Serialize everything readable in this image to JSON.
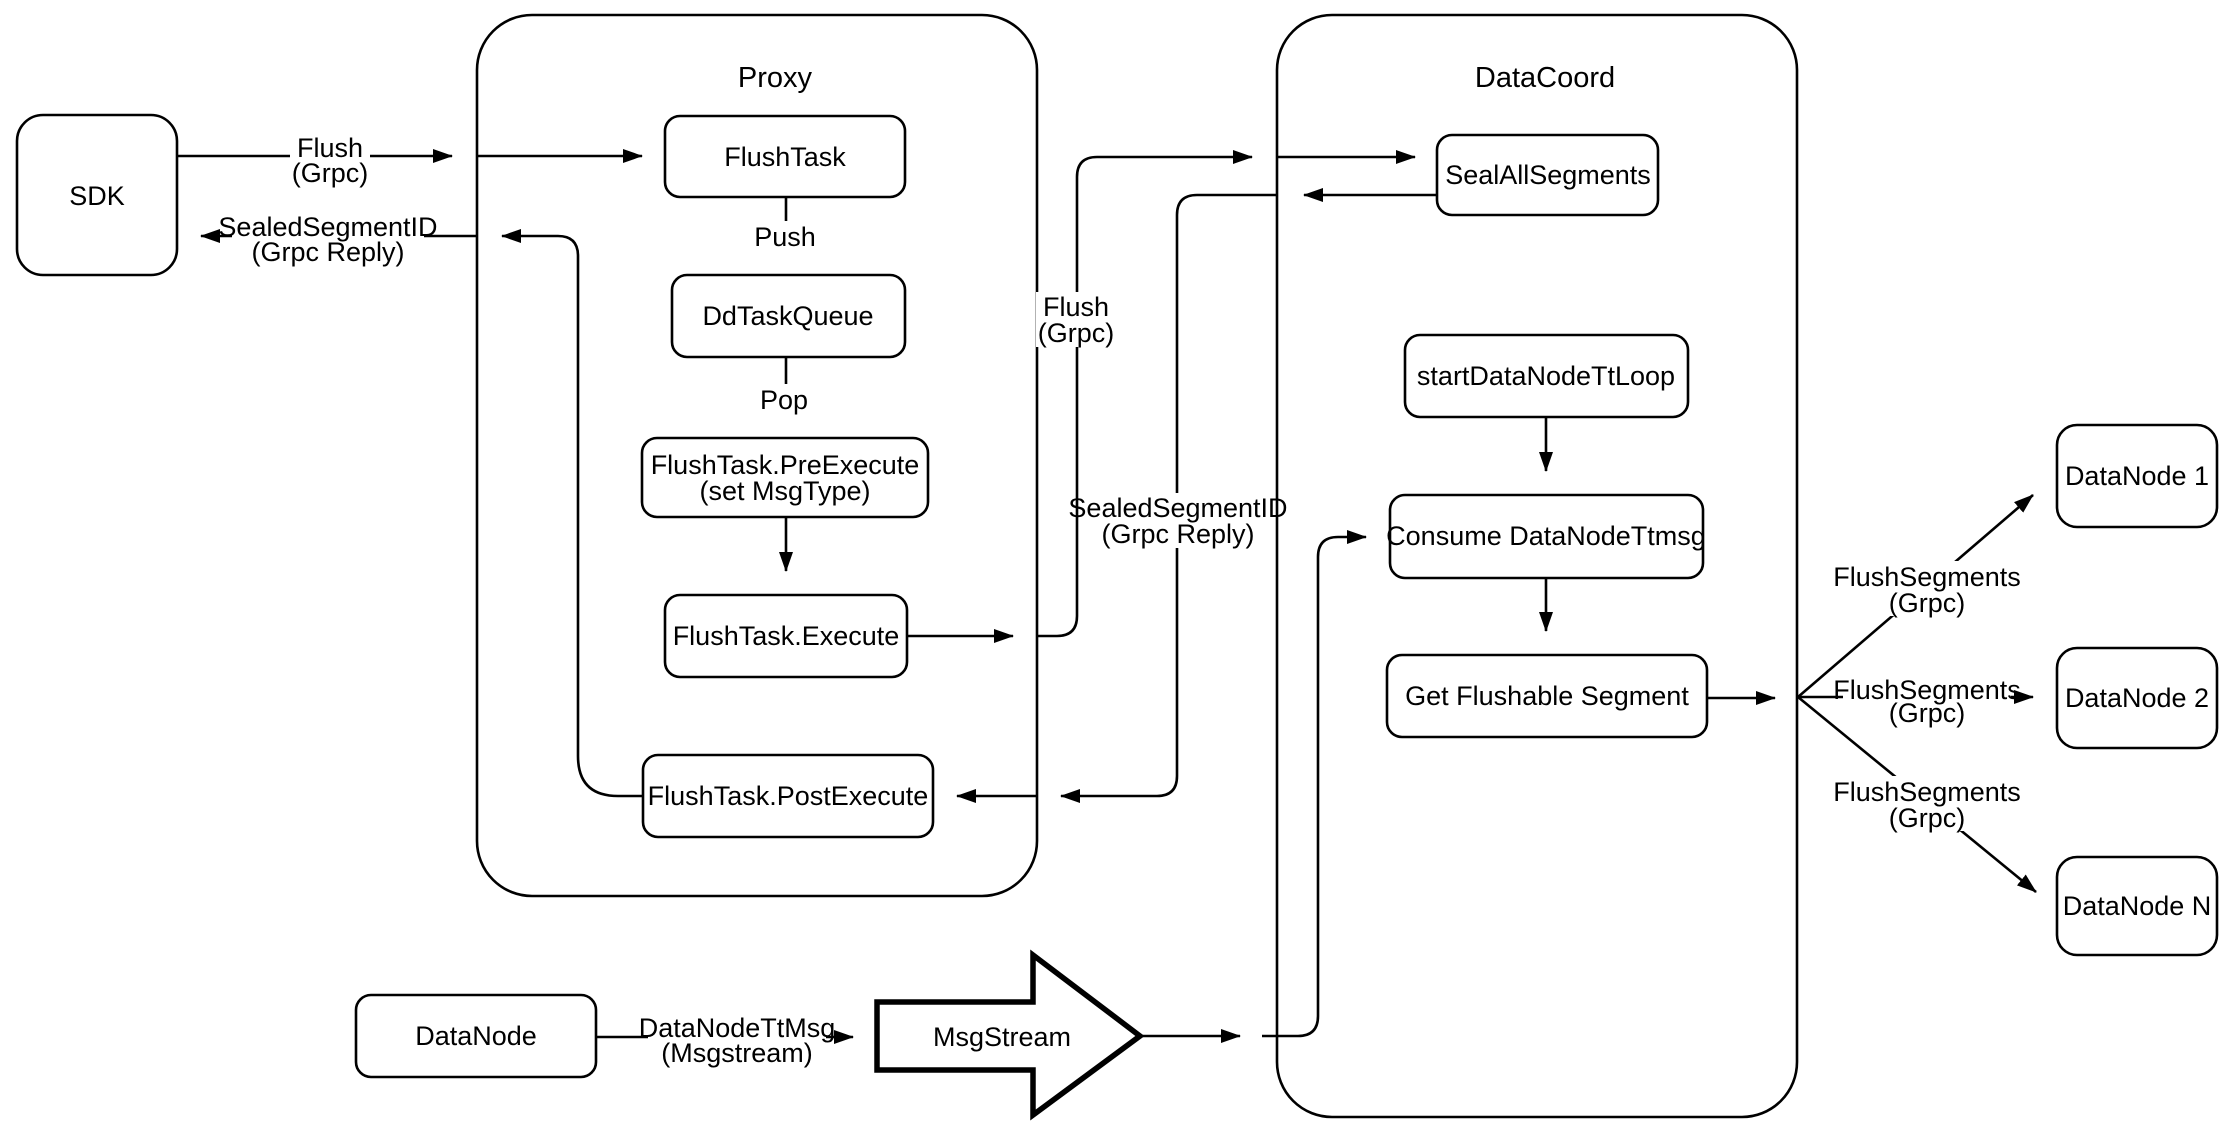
{
  "containers": {
    "proxy": "Proxy",
    "datacoord": "DataCoord"
  },
  "nodes": {
    "sdk": "SDK",
    "flush_task": "FlushTask",
    "dd_task_queue": "DdTaskQueue",
    "pre_execute_line1": "FlushTask.PreExecute",
    "pre_execute_line2": "(set MsgType)",
    "execute": "FlushTask.Execute",
    "post_execute": "FlushTask.PostExecute",
    "seal_all_segments": "SealAllSegments",
    "start_loop": "startDataNodeTtLoop",
    "consume": "Consume DataNodeTtmsg",
    "get_flushable": "Get Flushable Segment",
    "datanode1": "DataNode 1",
    "datanode2": "DataNode 2",
    "datanoden": "DataNode N",
    "datanode": "DataNode",
    "msgstream": "MsgStream"
  },
  "edges": {
    "flush_sdk": {
      "line1": "Flush",
      "line2": "(Grpc)"
    },
    "sealed_sdk": {
      "line1": "SealedSegmentID",
      "line2": "(Grpc Reply)"
    },
    "push": "Push",
    "pop": "Pop",
    "flush_mid": {
      "line1": "Flush",
      "line2": "(Grpc)"
    },
    "sealed_mid": {
      "line1": "SealedSegmentID",
      "line2": "(Grpc Reply)"
    },
    "fs1": {
      "line1": "FlushSegments",
      "line2": "(Grpc)"
    },
    "fs2": {
      "line1": "FlushSegments",
      "line2": "(Grpc)"
    },
    "fs3": {
      "line1": "FlushSegments",
      "line2": "(Grpc)"
    },
    "dn_tt": {
      "line1": "DataNodeTtMsg",
      "line2": "(Msgstream)"
    }
  },
  "colors": {
    "line": "#000000",
    "background": "#ffffff"
  }
}
